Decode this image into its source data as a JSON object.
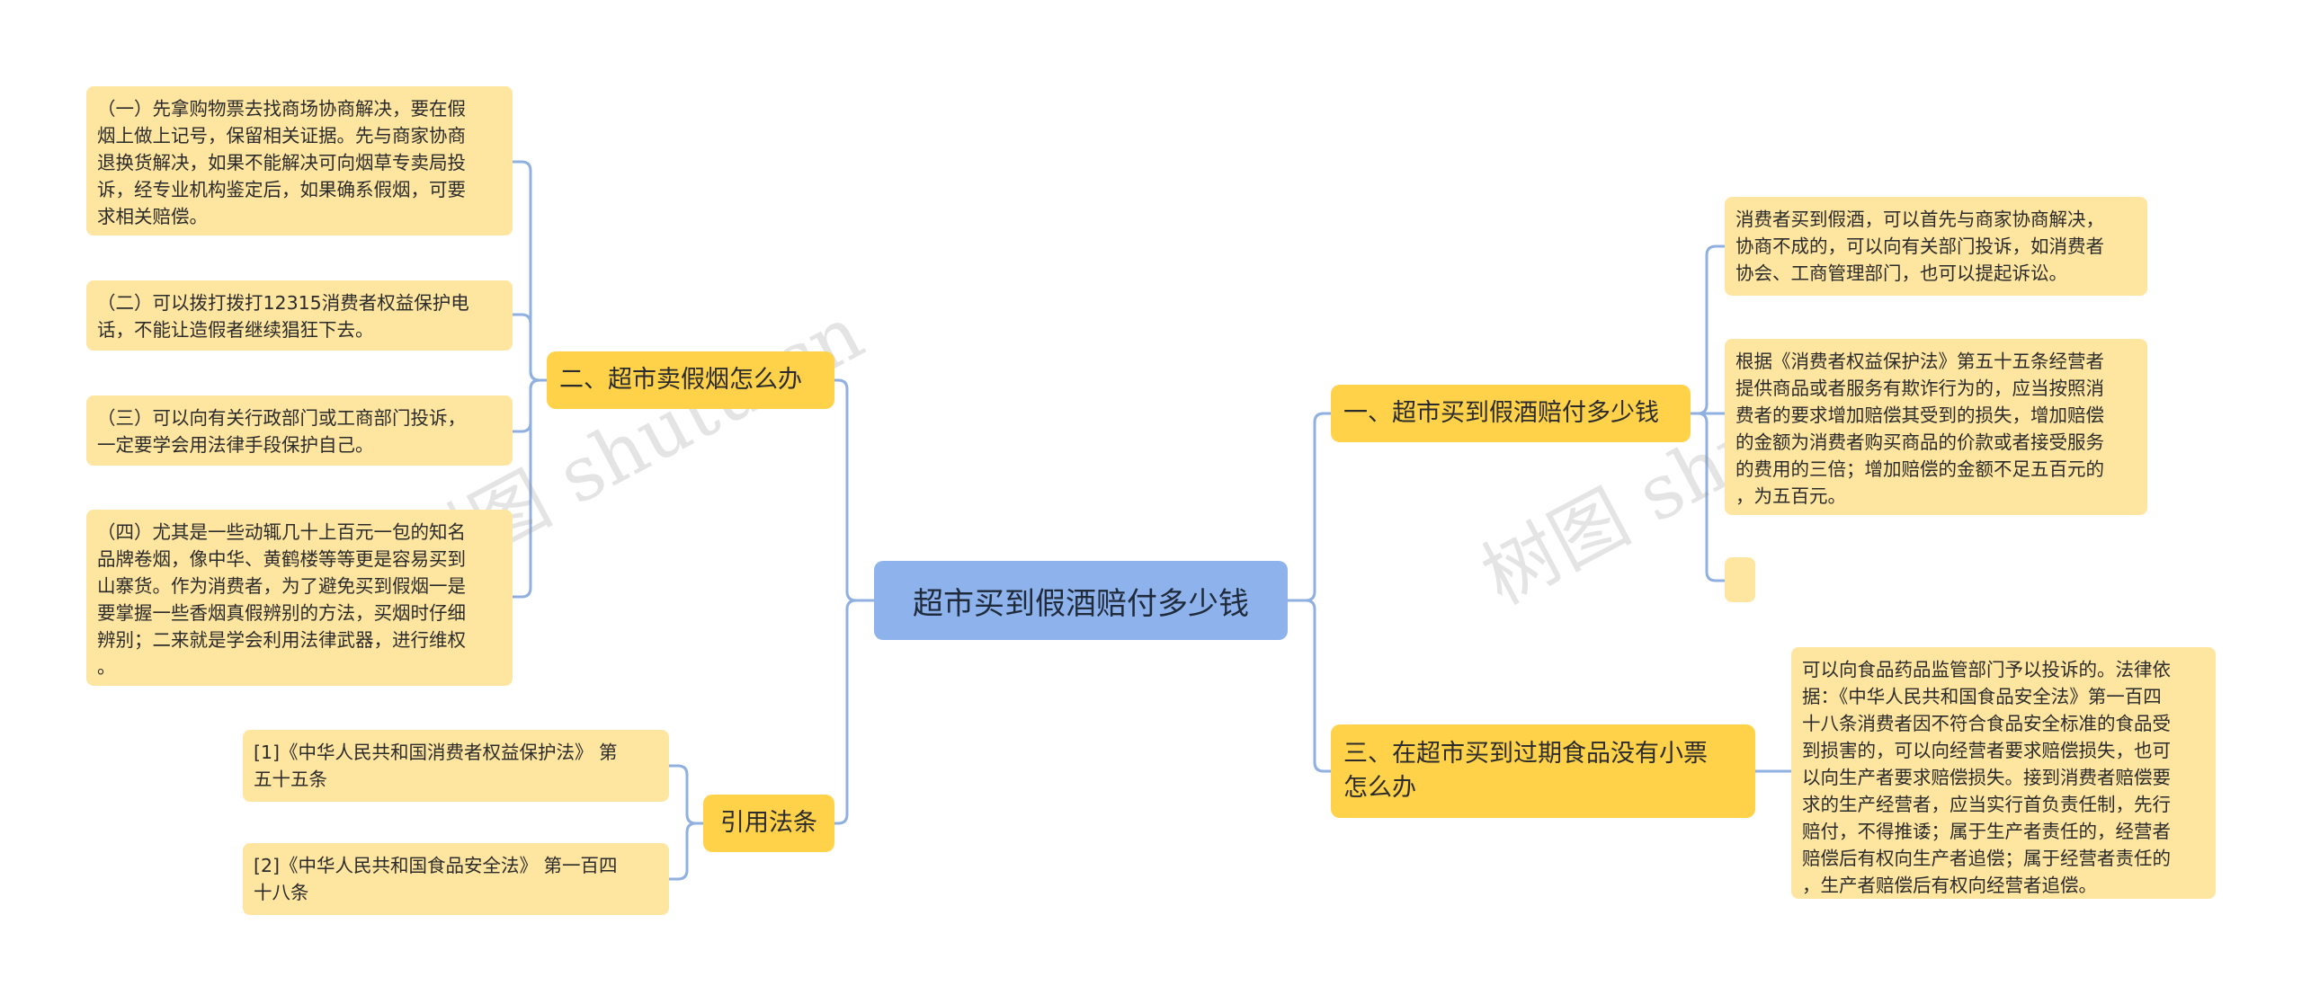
{
  "root": "超市买到假酒赔付多少钱",
  "right_branches": [
    {
      "label": "一、超市买到假酒赔付多少钱",
      "leaves": [
        "消费者买到假酒，可以首先与商家协商解决，\n协商不成的，可以向有关部门投诉，如消费者\n协会、工商管理部门，也可以提起诉讼。",
        "根据《消费者权益保护法》第五十五条经营者\n提供商品或者服务有欺诈行为的，应当按照消\n费者的要求增加赔偿其受到的损失，增加赔偿\n的金额为消费者购买商品的价款或者接受服务\n的费用的三倍；增加赔偿的金额不足五百元的\n，为五百元。",
        ""
      ]
    },
    {
      "label": "三、在超市买到过期食品没有小票\n怎么办",
      "leaves": [
        "可以向食品药品监管部门予以投诉的。法律依\n据：《中华人民共和国食品安全法》第一百四\n十八条消费者因不符合食品安全标准的食品受\n到损害的，可以向经营者要求赔偿损失，也可\n以向生产者要求赔偿损失。接到消费者赔偿要\n求的生产经营者，应当实行首负责任制，先行\n赔付，不得推诿；属于生产者责任的，经营者\n赔偿后有权向生产者追偿；属于经营者责任的\n，生产者赔偿后有权向经营者追偿。"
      ]
    }
  ],
  "left_branches": [
    {
      "label": "二、超市卖假烟怎么办",
      "leaves": [
        "（一）先拿购物票去找商场协商解决，要在假\n烟上做上记号，保留相关证据。先与商家协商\n退换货解决，如果不能解决可向烟草专卖局投\n诉，经专业机构鉴定后，如果确系假烟，可要\n求相关赔偿。",
        "（二）可以拨打拨打12315消费者权益保护电\n话，不能让造假者继续猖狂下去。",
        "（三）可以向有关行政部门或工商部门投诉，\n一定要学会用法律手段保护自己。",
        "（四）尤其是一些动辄几十上百元一包的知名\n品牌卷烟，像中华、黄鹤楼等等更是容易买到\n山寨货。作为消费者，为了避免买到假烟一是\n要掌握一些香烟真假辨别的方法，买烟时仔细\n辨别；二来就是学会利用法律武器，进行维权\n。"
      ]
    },
    {
      "label": "引用法条",
      "leaves": [
        "[1]《中华人民共和国消费者权益保护法》 第\n五十五条",
        "[2]《中华人民共和国食品安全法》 第一百四\n十八条"
      ]
    }
  ],
  "watermarks": [
    "树图 shutu.cn",
    "树图 shutu.cn"
  ],
  "colors": {
    "root": "#8eb2ec",
    "branch": "#ffd24a",
    "leaf": "#ffe6a0",
    "connector": "#8fb0e0"
  }
}
